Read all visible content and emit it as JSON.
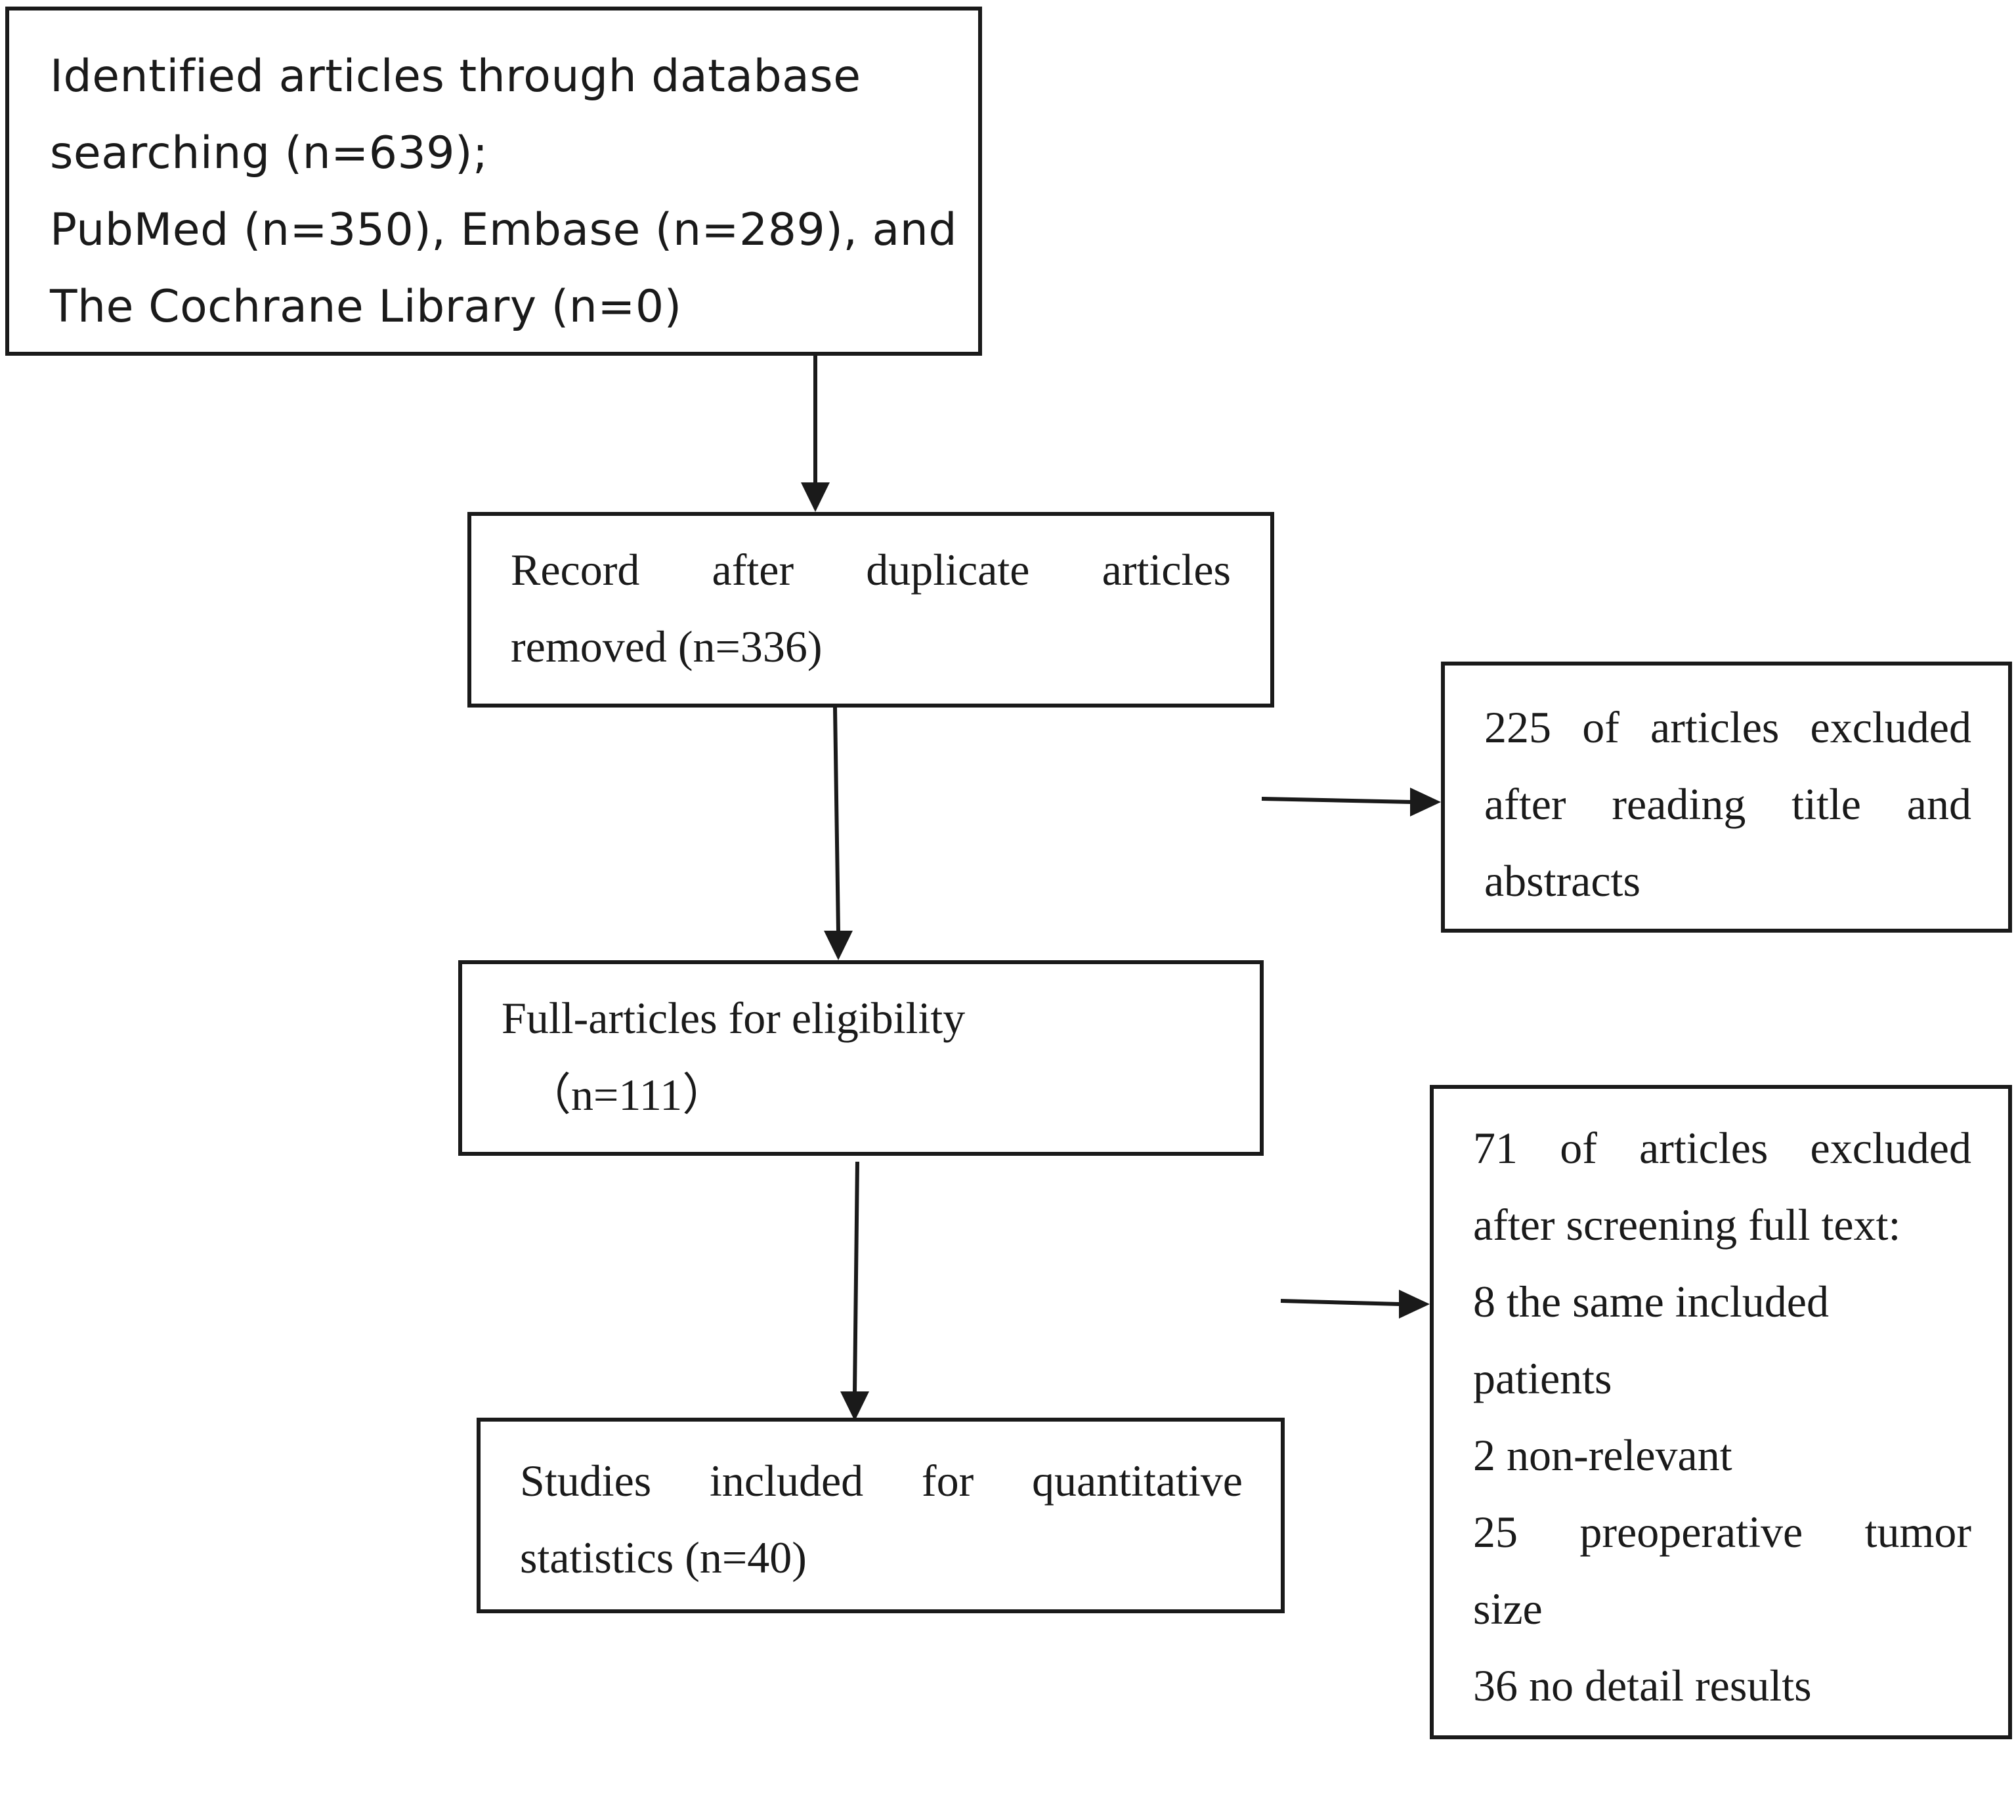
{
  "flowchart": {
    "identified": {
      "lines": [
        "Identified articles through database",
        "searching (n=639);",
        "PubMed (n=350), Embase (n=289), and",
        "The Cochrane Library (n=0)"
      ]
    },
    "duplicates_removed": {
      "lines": [
        "Record after duplicate articles",
        "removed (n=336)"
      ]
    },
    "full_text_eligibility": {
      "lines": [
        "Full-articles for eligibility",
        "（n=111）"
      ]
    },
    "included": {
      "lines": [
        "Studies included for quantitative",
        "statistics (n=40)"
      ]
    },
    "excluded_title_abstract": {
      "lines": [
        "225 of articles excluded",
        "after reading title and",
        "abstracts"
      ]
    },
    "excluded_full_text": {
      "lines": [
        "71 of articles excluded",
        "after screening full text:",
        "8 the same included",
        "patients",
        "2 non-relevant",
        "25 preoperative tumor",
        "size",
        "36 no detail results"
      ]
    }
  }
}
